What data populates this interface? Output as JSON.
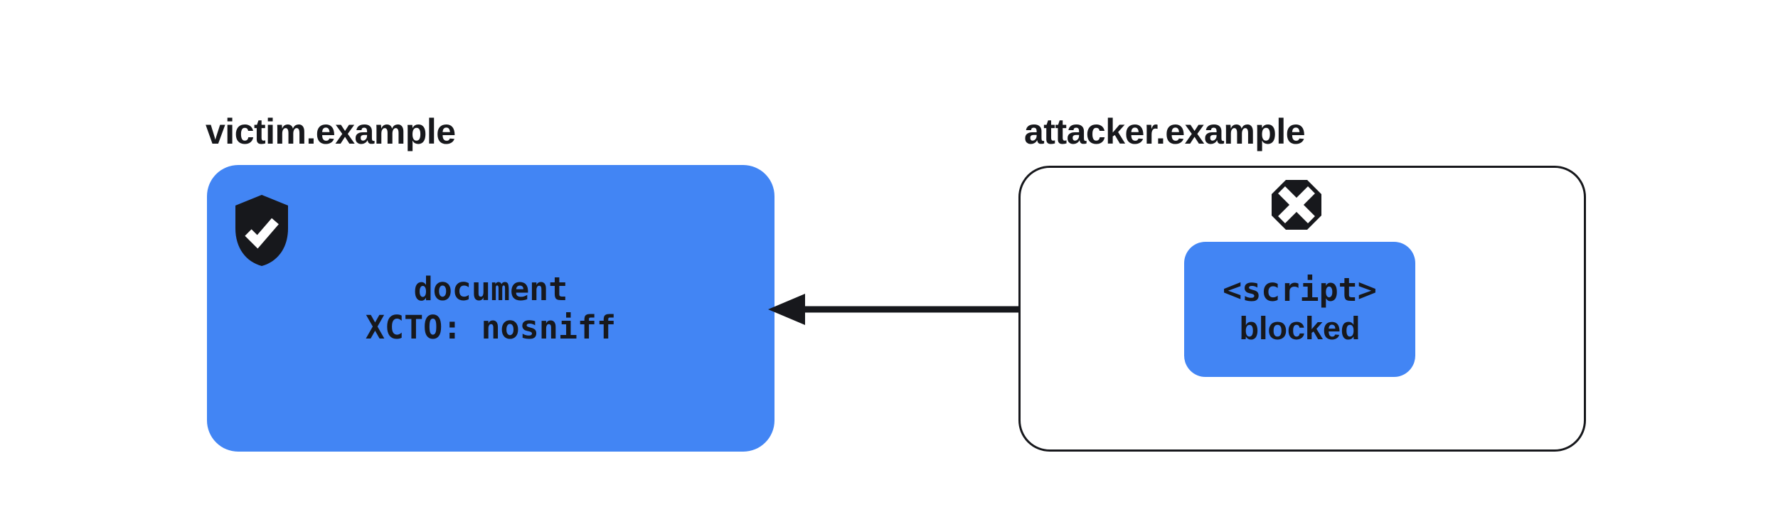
{
  "colors": {
    "blue": "#4285f4",
    "ink": "#17181c",
    "background": "#ffffff"
  },
  "victim": {
    "label": "victim.example",
    "document_line": "document",
    "header_line": "XCTO: nosniff",
    "icon": "shield-check-icon"
  },
  "attacker": {
    "label": "attacker.example",
    "script_line": "<script>",
    "status_line": "blocked",
    "icon": "x-octagon-icon"
  },
  "arrow": {
    "name": "cross-origin-request-arrow",
    "direction": "right-to-left",
    "from": "attacker.example",
    "to": "victim.example"
  }
}
